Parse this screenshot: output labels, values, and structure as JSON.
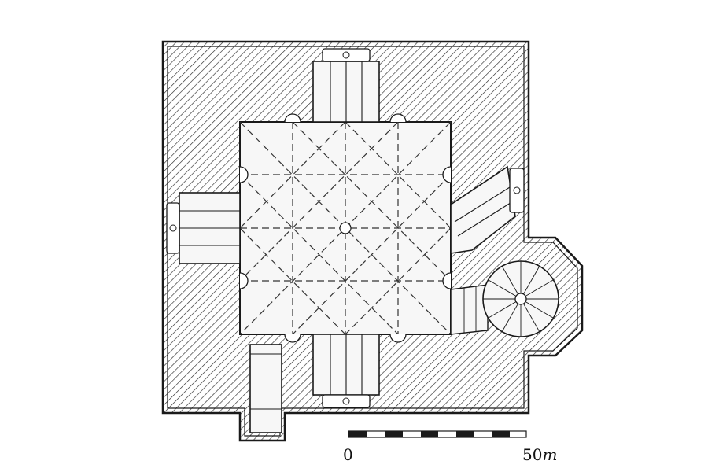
{
  "scale_bar": {
    "start_label": "0",
    "end_label": "50",
    "unit": "m"
  },
  "colors": {
    "ink": "#1a1a1a",
    "paper": "#ffffff",
    "hatch": "#2a2a2a",
    "floor": "#f4f4f4"
  }
}
